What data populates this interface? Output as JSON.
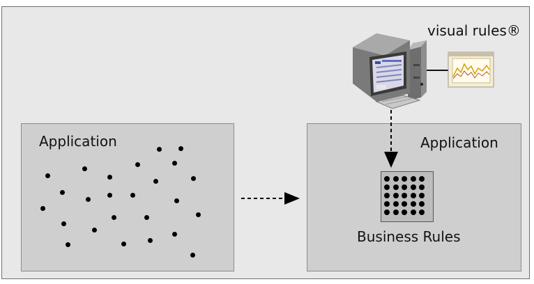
{
  "diagram": {
    "source_label": "Application",
    "target_label": "Application",
    "rules_label": "Business Rules",
    "product_label": "visual rules®"
  },
  "colors": {
    "frame_background": "#e8e8e8",
    "panel_background": "#cfcfcf",
    "dot": "#000000",
    "arrow": "#000000"
  }
}
